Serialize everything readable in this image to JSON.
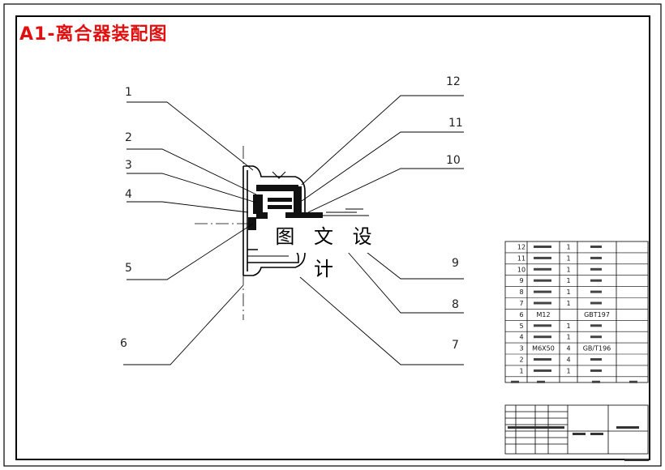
{
  "title": "A1-离合器装配图",
  "watermark": "图 文 设 计",
  "callouts_left": [
    "1",
    "2",
    "3",
    "4",
    "5",
    "6"
  ],
  "callouts_right": [
    "12",
    "11",
    "10",
    "9",
    "8",
    "7"
  ],
  "bom": {
    "rows": [
      {
        "no": "12",
        "qty": "1"
      },
      {
        "no": "11",
        "qty": "1"
      },
      {
        "no": "10",
        "qty": "1"
      },
      {
        "no": "9",
        "qty": "1"
      },
      {
        "no": "8",
        "qty": "1"
      },
      {
        "no": "7",
        "qty": "1"
      },
      {
        "no": "6",
        "name": "M12",
        "std": "GBT197"
      },
      {
        "no": "5",
        "qty": "1"
      },
      {
        "no": "4",
        "qty": "1"
      },
      {
        "no": "3",
        "name": "M6X50",
        "qty": "4",
        "std": "GB/T196"
      },
      {
        "no": "2",
        "qty": "4"
      },
      {
        "no": "1",
        "qty": "1"
      }
    ]
  },
  "colors": {
    "title": "#e01010",
    "lines": "#000000",
    "part_fill": "#111111"
  }
}
